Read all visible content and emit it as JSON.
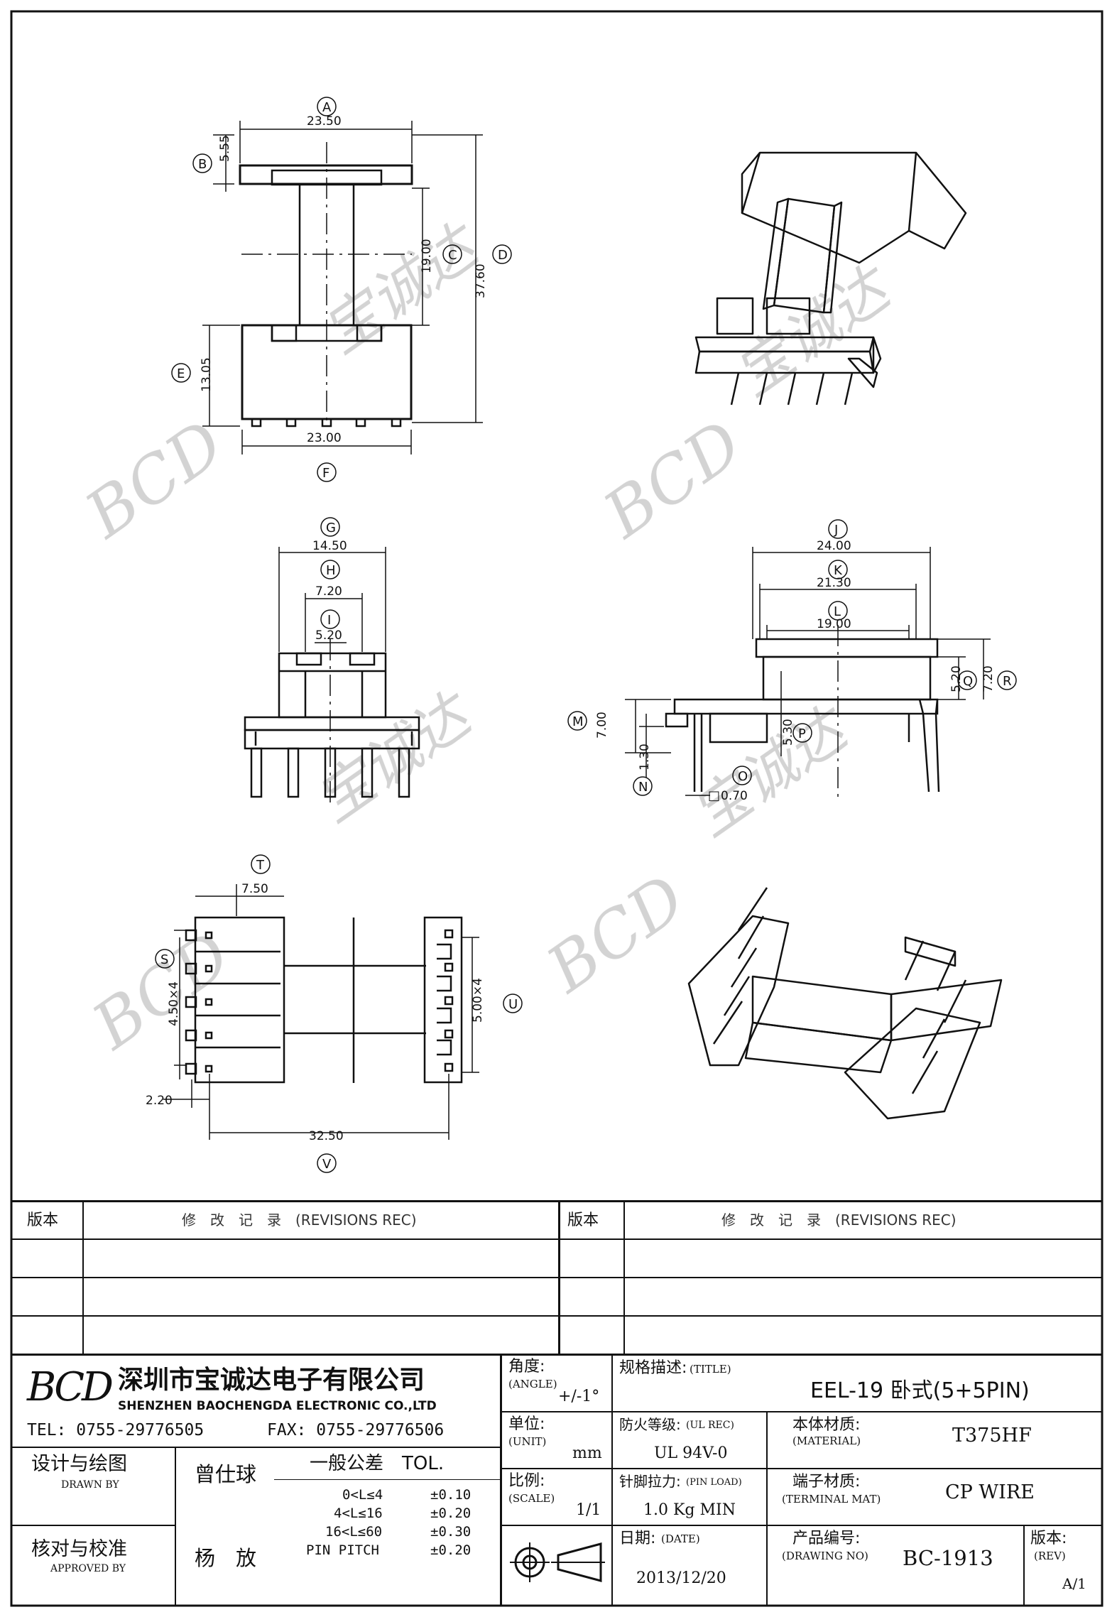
{
  "dimensions": {
    "A": "23.50",
    "B": "5.55",
    "C": "19.00",
    "D": "37.60",
    "E": "13.05",
    "F": "23.00",
    "G": "14.50",
    "H": "7.20",
    "I": "5.20",
    "J": "24.00",
    "K": "21.30",
    "L": "19.00",
    "M": "7.00",
    "N": "1.30",
    "O": "0.70",
    "P": "5.30",
    "Q": "5.20",
    "R": "7.20",
    "S": "4.50×4",
    "T": "7.50",
    "U": "5.00×4",
    "V": "32.50",
    "V2": "2.20"
  },
  "labels": {
    "A": "A",
    "B": "B",
    "C": "C",
    "D": "D",
    "E": "E",
    "F": "F",
    "G": "G",
    "H": "H",
    "I": "I",
    "J": "J",
    "K": "K",
    "L": "L",
    "M": "M",
    "N": "N",
    "O": "O",
    "P": "P",
    "Q": "Q",
    "R": "R",
    "S": "S",
    "T": "T",
    "U": "U",
    "V": "V"
  },
  "pin_square_prefix": "□",
  "watermark": {
    "brand": "BCD",
    "chinese": "宝诚达"
  },
  "revisions": {
    "ver_label": "版本",
    "rec_label": "修　改　记　录　(REVISIONS REC)"
  },
  "company": {
    "logo": "BCD",
    "name_cn": "深圳市宝诚达电子有限公司",
    "name_en": "SHENZHEN BAOCHENGDA ELECTRONIC CO.,LTD",
    "tel": "TEL: 0755-29776505",
    "fax": "FAX: 0755-29776506"
  },
  "angle": {
    "label": "角度:",
    "label_en": "(ANGLE)",
    "value": "+/-1°"
  },
  "unit": {
    "label": "单位:",
    "label_en": "(UNIT)",
    "value": "mm"
  },
  "scale": {
    "label": "比例:",
    "label_en": "(SCALE)",
    "value": "1/1"
  },
  "title": {
    "label": "规格描述:",
    "label_en": "(TITLE)",
    "value": "EEL-19 卧式(5+5PIN)"
  },
  "ul": {
    "label": "防火等级:",
    "label_en": "(UL REC)",
    "value": "UL 94V-0"
  },
  "material": {
    "label": "本体材质:",
    "label_en": "(MATERIAL)",
    "value": "T375HF"
  },
  "pinload": {
    "label": "针脚拉力:",
    "label_en": "(PIN LOAD)",
    "value": "1.0 Kg MIN"
  },
  "terminal": {
    "label": "端子材质:",
    "label_en": "(TERMINAL MAT)",
    "value": "CP WIRE"
  },
  "date": {
    "label": "日期:",
    "label_en": "(DATE)",
    "value": "2013/12/20"
  },
  "drawing_no": {
    "label": "产品编号:",
    "label_en": "(DRAWING NO)",
    "value": "BC-1913"
  },
  "rev": {
    "label": "版本:",
    "label_en": "(REV)",
    "value": "A/1"
  },
  "drawn": {
    "label": "设计与绘图",
    "label_en": "DRAWN BY",
    "name": "曾仕球"
  },
  "approved": {
    "label": "核对与校准",
    "label_en": "APPROVED BY",
    "name": "杨　放"
  },
  "tolerance": {
    "title": "一般公差　TOL.",
    "rows": [
      {
        "range": "0<L≤4",
        "value": "±0.10"
      },
      {
        "range": "4<L≤16",
        "value": "±0.20"
      },
      {
        "range": "16<L≤60",
        "value": "±0.30"
      },
      {
        "range": "PIN PITCH",
        "value": "±0.20"
      }
    ]
  }
}
